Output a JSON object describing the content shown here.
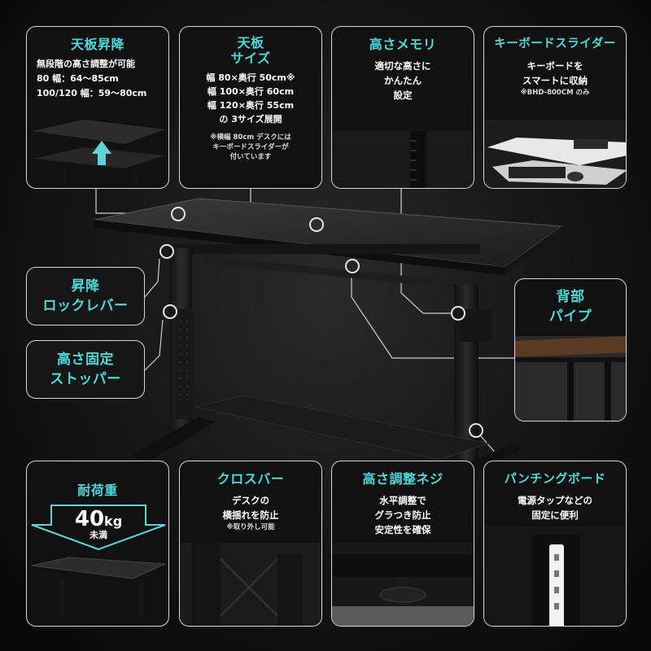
{
  "panels": {
    "top_lift": {
      "title": "天板昇降",
      "lines": [
        "無段階の高さ調整が可能",
        "80 幅：64～85cm",
        "100/120 幅：59～80cm"
      ]
    },
    "top_size": {
      "title": [
        "天板",
        "サイズ"
      ],
      "lines": [
        "幅 80×奥行 50cm※",
        "幅 100×奥行 60cm",
        "幅 120×奥行 55cm",
        "の 3サイズ展開"
      ],
      "notes": [
        "※横幅 80cm デスクには",
        "キーボードスライダーが",
        "付いています"
      ]
    },
    "height_memory": {
      "title": "高さメモリ",
      "lines": [
        "適切な高さに",
        "かんたん",
        "設定"
      ]
    },
    "keyboard_slider": {
      "title": "キーボードスライダー",
      "lines": [
        "キーボードを",
        "スマートに収納"
      ],
      "note": "※BHD-800CM のみ"
    },
    "lift_lever": {
      "title": [
        "昇降",
        "ロックレバー"
      ]
    },
    "height_stopper": {
      "title": [
        "高さ固定",
        "ストッパー"
      ]
    },
    "back_pipe": {
      "title": [
        "背部",
        "パイプ"
      ]
    },
    "load": {
      "title": "耐荷重",
      "value": "40",
      "unit": "kg",
      "suffix": "未満"
    },
    "crossbar": {
      "title": "クロスバー",
      "lines": [
        "デスクの",
        "横揺れを防止"
      ],
      "note": "※取り外し可能"
    },
    "adjust_screw": {
      "title": "高さ調整ネジ",
      "lines": [
        "水平調整で",
        "グラつき防止",
        "安定性を確保"
      ]
    },
    "punching_board": {
      "title": "パンチングボード",
      "lines": [
        "電源タップなどの",
        "固定に便利"
      ]
    }
  },
  "colors": {
    "accent": "#4fd8d8",
    "border": "#d8d8d8",
    "arrow": "#5fd3d8"
  }
}
